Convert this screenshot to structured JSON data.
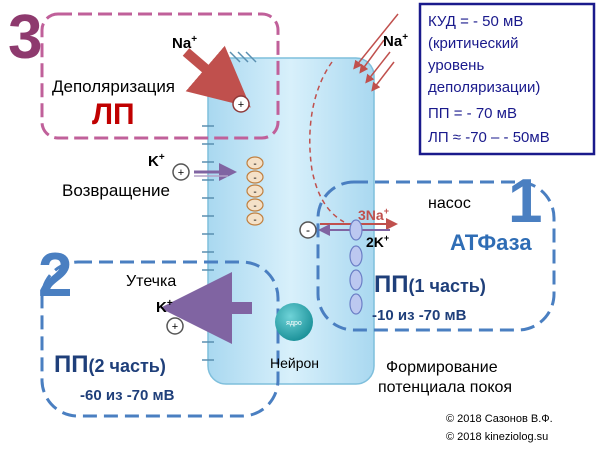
{
  "labels": {
    "step3_number": "3",
    "step2_number": "2",
    "step1_number": "1",
    "depolarization": "Деполяризация",
    "lp_big": "ЛП",
    "na_top": "Na",
    "na_right": "Na",
    "plus_sign": "+",
    "k_return": "K",
    "return_label": "Возвращение",
    "leak_label": "Утечка",
    "k_leak": "K",
    "pump_label": "насос",
    "na3": "3Na",
    "k2": "2K",
    "minus_sign": "-",
    "atpase": "АТФаза",
    "pp_part1": "ПП",
    "pp_part1_suffix": "(1 часть)",
    "pp_part1_value": "-10 из -70 мВ",
    "pp_part2": "ПП",
    "pp_part2_suffix": "(2 часть)",
    "pp_part2_value": "-60 из -70 мВ",
    "nucleus": "ядро",
    "neuron": "Нейрон",
    "forming_line1": "Формирование",
    "forming_line2": "потенциала покоя",
    "copyright1": "© 2018 Сазонов В.Ф.",
    "copyright2": "© 2018 kineziolog.su"
  },
  "info_box": {
    "line1": "КУД = - 50 мВ",
    "line2": "(критический",
    "line3": "уровень",
    "line4": "деполяризации)",
    "line5": "ПП = - 70 мВ",
    "line6": "ЛП ≈ -70 –  - 50мВ"
  },
  "colors": {
    "step3": "#8e3a6e",
    "blue_text": "#2f6db5",
    "navy": "#1a1a8c",
    "na_arrow": "#c0504d",
    "k_arrow": "#8064a2",
    "cell_fill": "#bfe3f5",
    "nucleus": "#1fa0a8"
  },
  "minus_charges_count": 5
}
